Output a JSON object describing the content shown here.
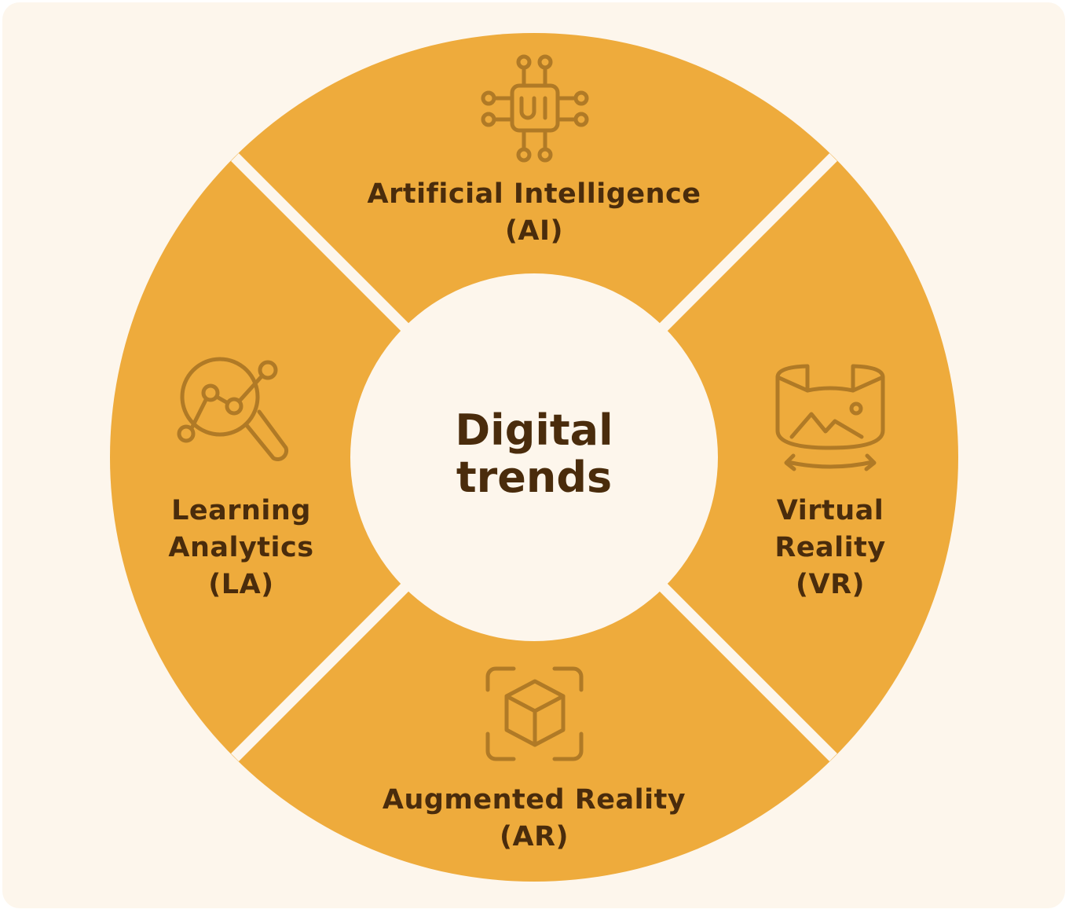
{
  "center": {
    "line1": "Digital",
    "line2": "trends"
  },
  "segments": {
    "ai": {
      "lines": [
        "Artificial Intelligence",
        "(AI)"
      ],
      "icon": "ai-chip-icon"
    },
    "vr": {
      "lines": [
        "Virtual",
        "Reality",
        "(VR)"
      ],
      "icon": "vr-panorama-icon"
    },
    "ar": {
      "lines": [
        "Augmented Reality",
        "(AR)"
      ],
      "icon": "ar-cube-icon"
    },
    "la": {
      "lines": [
        "Learning",
        "Analytics",
        "(LA)"
      ],
      "icon": "analytics-magnifier-icon"
    }
  },
  "colors": {
    "background": "#fdf6ec",
    "ring": "#eeab3c",
    "icon": "#b07a26",
    "text": "#4a2c0c"
  }
}
